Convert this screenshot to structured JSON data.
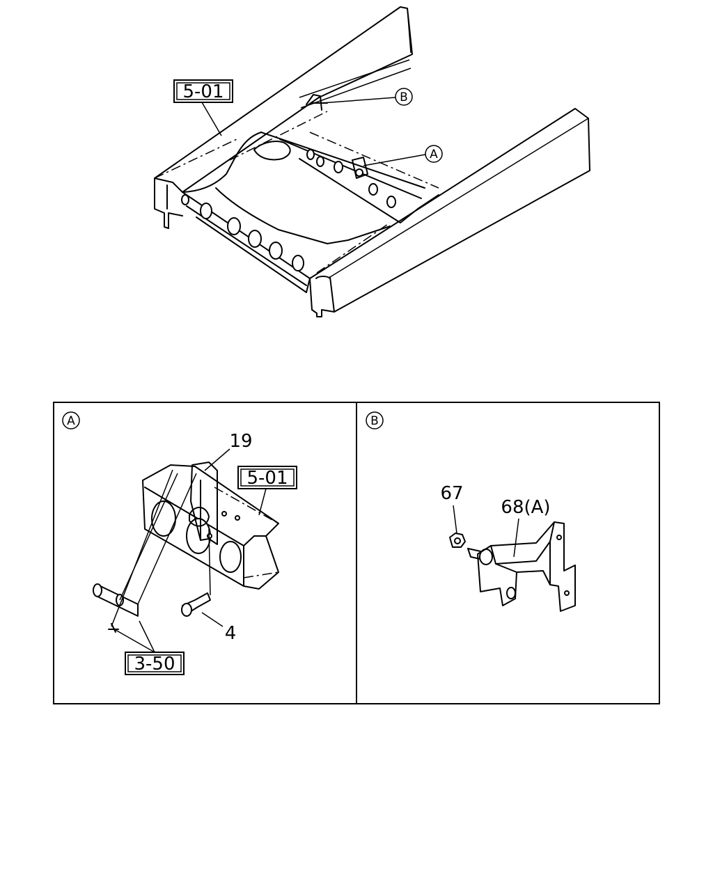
{
  "overview": {
    "ref_frame": "5-01",
    "callout_a": "A",
    "callout_b": "B"
  },
  "detail_a": {
    "panel_label": "A",
    "part_19": "19",
    "ref_frame": "5-01",
    "part_4": "4",
    "ref_3_50": "3-50"
  },
  "detail_b": {
    "panel_label": "B",
    "part_67": "67",
    "part_68": "68(A)"
  }
}
